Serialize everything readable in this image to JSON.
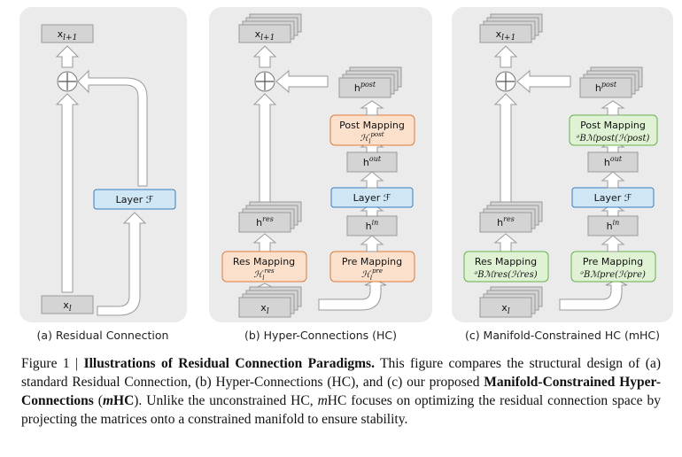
{
  "panels": [
    {
      "label": "(a) Residual Connection",
      "x_in": "x",
      "x_in_sub": "l",
      "x_out": "x",
      "x_out_sub": "l+1",
      "layer": "Layer ℱ"
    },
    {
      "label": "(b) Hyper-Connections (HC)",
      "x_in": "x",
      "x_in_sub": "l",
      "x_out": "x",
      "x_out_sub": "l+1",
      "layer": "Layer ℱ",
      "h_res": "h",
      "h_res_sup": "res",
      "h_in": "h",
      "h_in_sup": "in",
      "h_out": "h",
      "h_out_sup": "out",
      "h_post": "h",
      "h_post_sup": "post",
      "res_mapping": "Res Mapping",
      "res_mapping_math": "ℋ",
      "res_mapping_sup": "res",
      "pre_mapping": "Pre Mapping",
      "pre_mapping_math": "ℋ",
      "pre_mapping_sup": "pre",
      "post_mapping": "Post Mapping",
      "post_mapping_math": "ℋ",
      "post_mapping_sup": "post",
      "sub_l": "l"
    },
    {
      "label": "(c) Manifold-Constrained HC (mHC)",
      "x_in": "x",
      "x_in_sub": "l",
      "x_out": "x",
      "x_out_sub": "l+1",
      "layer": "Layer ℱ",
      "h_res": "h",
      "h_res_sup": "res",
      "h_in": "h",
      "h_in_sup": "in",
      "h_out": "h",
      "h_out_sup": "out",
      "h_post": "h",
      "h_post_sup": "post",
      "res_mapping": "Res Mapping",
      "res_mapping_math": "ᵊBℳres(ℋres)",
      "pre_mapping": "Pre Mapping",
      "pre_mapping_math": "ᵊBℳpre(ℋpre)",
      "post_mapping": "Post Mapping",
      "post_mapping_math": "ᵊBℳpost(ℋpost)",
      "sub_l": "l"
    }
  ],
  "colors": {
    "panel_bg": "#ebebeb",
    "gray_box": "#d4d4d4",
    "gray_stroke": "#9a9a9a",
    "blue_box": "#cfe6f5",
    "blue_stroke": "#3a7cc0",
    "orange_box": "#fbe0cc",
    "orange_stroke": "#e07a3a",
    "green_box": "#dff2d4",
    "green_stroke": "#6ab04c",
    "arrow_fill": "#ffffff",
    "arrow_stroke": "#9a9a9a"
  },
  "caption": {
    "prefix": "Figure 1 | ",
    "title": "Illustrations of Residual Connection Paradigms.",
    "part1": " This figure compares the structural design of (a) standard Residual Connection, (b) Hyper-Connections (HC), and (c) our proposed ",
    "bold_name": "Manifold-Constrained Hyper-Connections",
    "paren_open": " (",
    "abbr_m": "m",
    "abbr_rest": "HC",
    "part2": "). Unlike the unconstrained HC, ",
    "m2": "m",
    "part3": "HC focuses on optimizing the residual connection space by projecting the matrices onto a constrained manifold to ensure stability."
  }
}
